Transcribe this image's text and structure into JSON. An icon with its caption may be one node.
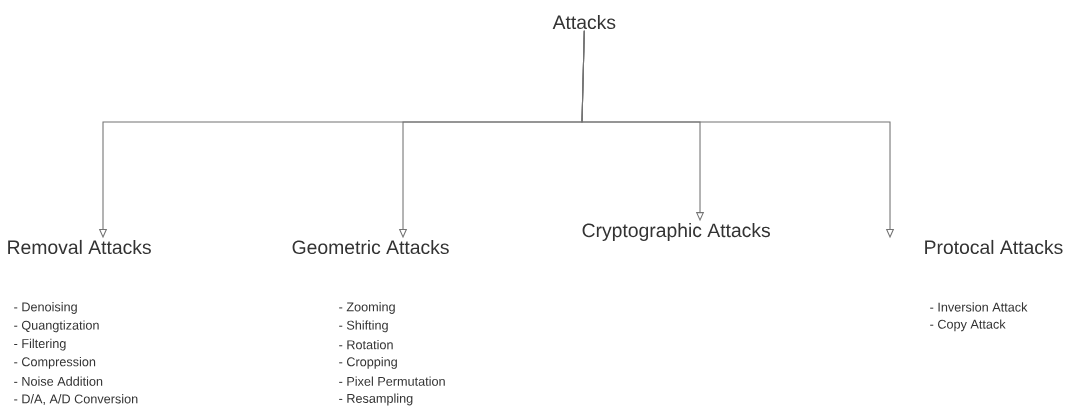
{
  "diagram": {
    "nodes": [
      {
        "text": [
          "Attacks"
        ]
      },
      {
        "text": [
          "Removal Attacks"
        ],
        "beside": [
          "- Denoising",
          "- Quangtization",
          "- Filtering",
          "- Compression",
          "- Noise Addition",
          "- D/A, A/D Conversion"
        ]
      },
      {
        "text": [
          "Geometric Attacks"
        ],
        "beside": [
          "- Zooming",
          "- Shifting",
          "- Rotation",
          "- Cropping",
          "- Pixel Permutation",
          "- Resampling"
        ]
      },
      {
        "text": [
          "Cryptographic Attacks"
        ]
      },
      {
        "text": [
          "Protocal Attacks"
        ],
        "beside": [
          "- Inversion Attack",
          "- Copy Attack"
        ]
      }
    ],
    "edges": [
      {
        "from": 0,
        "to": 1,
        "arrow": "to"
      },
      {
        "from": 0,
        "to": 2,
        "arrow": "to"
      },
      {
        "from": 0,
        "to": 3,
        "arrow": "to"
      },
      {
        "from": 0,
        "to": 4,
        "arrow": "to"
      }
    ]
  }
}
